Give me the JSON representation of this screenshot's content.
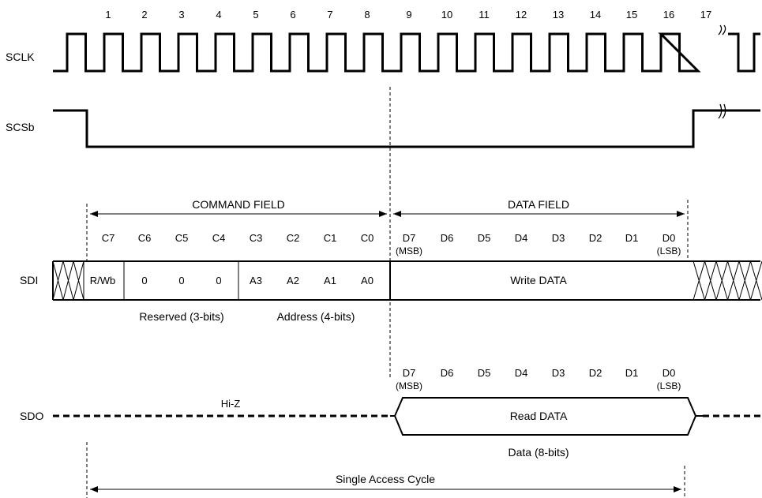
{
  "signals": {
    "sclk": "SCLK",
    "scsb": "SCSb",
    "sdi": "SDI",
    "sdo": "SDO"
  },
  "clock_numbers": [
    "1",
    "2",
    "3",
    "4",
    "5",
    "6",
    "7",
    "8",
    "9",
    "10",
    "11",
    "12",
    "13",
    "14",
    "15",
    "16",
    "17"
  ],
  "fields": {
    "command": "COMMAND FIELD",
    "data": "DATA FIELD"
  },
  "command_bits": [
    "C7",
    "C6",
    "C5",
    "C4",
    "C3",
    "C2",
    "C1",
    "C0"
  ],
  "data_bits": [
    "D7",
    "D6",
    "D5",
    "D4",
    "D3",
    "D2",
    "D1",
    "D0"
  ],
  "msb": "(MSB)",
  "lsb": "(LSB)",
  "sdi_cells": {
    "rw": "R/Wb",
    "reserved": [
      "0",
      "0",
      "0"
    ],
    "address": [
      "A3",
      "A2",
      "A1",
      "A0"
    ],
    "write_data": "Write DATA"
  },
  "sdi_captions": {
    "reserved": "Reserved (3-bits)",
    "address": "Address (4-bits)"
  },
  "sdo": {
    "hiz": "Hi-Z",
    "read_data": "Read DATA",
    "caption": "Data (8-bits)"
  },
  "cycle": "Single Access Cycle"
}
